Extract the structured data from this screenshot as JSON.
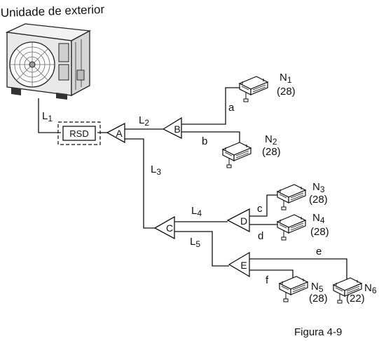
{
  "title": "Unidade de exterior",
  "caption": "Figura 4-9",
  "rsd_label": "RSD",
  "pipe_labels": {
    "L1": {
      "letter": "L",
      "sub": "1"
    },
    "L2": {
      "letter": "L",
      "sub": "2"
    },
    "L3": {
      "letter": "L",
      "sub": "3"
    },
    "L4": {
      "letter": "L",
      "sub": "4"
    },
    "L5": {
      "letter": "L",
      "sub": "5"
    }
  },
  "branch_labels": {
    "a": "a",
    "b": "b",
    "c": "c",
    "d": "d",
    "e": "e",
    "f": "f"
  },
  "joints": {
    "A": "A",
    "B": "B",
    "C": "C",
    "D": "D",
    "E": "E"
  },
  "indoor_units": [
    {
      "id": "N1",
      "letter": "N",
      "sub": "1",
      "capacity": "(28)"
    },
    {
      "id": "N2",
      "letter": "N",
      "sub": "2",
      "capacity": "(28)"
    },
    {
      "id": "N3",
      "letter": "N",
      "sub": "3",
      "capacity": "(28)"
    },
    {
      "id": "N4",
      "letter": "N",
      "sub": "4",
      "capacity": "(28)"
    },
    {
      "id": "N5",
      "letter": "N",
      "sub": "5",
      "capacity": "(28)"
    },
    {
      "id": "N6",
      "letter": "N",
      "sub": "6",
      "capacity": "(22)"
    }
  ]
}
